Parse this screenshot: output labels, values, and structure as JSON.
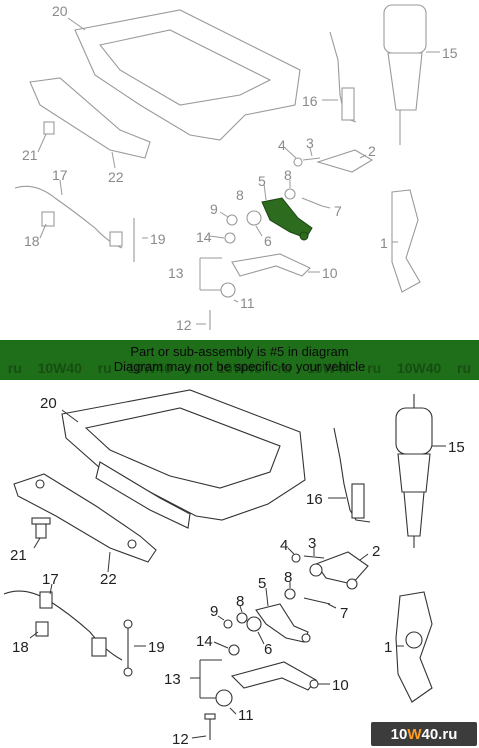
{
  "caption": {
    "line1": "Part or sub-assembly is #5 in diagram",
    "line2": "Diagram may not be specific to your vehicle"
  },
  "watermark": {
    "prefix": "10",
    "w": "W",
    "suffix": "40.ru",
    "repeat": [
      "ru",
      "10W40",
      "ru",
      "10W40",
      "ru",
      "10W40",
      "ru",
      "10W40",
      "ru",
      "10W40",
      "ru"
    ]
  },
  "highlighted_part": "5",
  "callouts": {
    "c1": "1",
    "c2": "2",
    "c3": "3",
    "c4": "4",
    "c5": "5",
    "c6": "6",
    "c7": "7",
    "c8": "8",
    "c9": "9",
    "c10": "10",
    "c11": "11",
    "c12": "12",
    "c13": "13",
    "c14": "14",
    "c15": "15",
    "c16": "16",
    "c17": "17",
    "c18": "18",
    "c19": "19",
    "c20": "20",
    "c21": "21",
    "c22": "22"
  },
  "colors": {
    "banner": "#1f6e1a",
    "highlight": "#2d6b1f",
    "watermark_orange": "#ff9b1e"
  }
}
